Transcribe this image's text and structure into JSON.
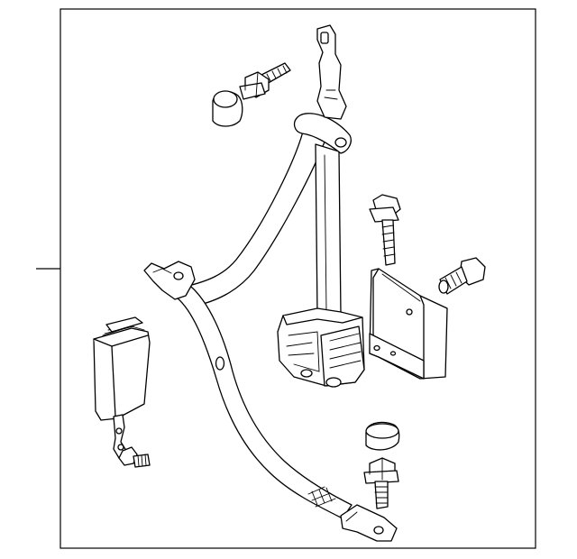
{
  "diagram": {
    "colors": {
      "line": "#000000",
      "paper": "#ffffff"
    },
    "parts": [
      {
        "name": "shoulder-anchor-plate"
      },
      {
        "name": "shoulder-anchor-bolt"
      },
      {
        "name": "anchor-cover-cap-upper"
      },
      {
        "name": "seat-belt-webbing"
      },
      {
        "name": "retractor-assembly"
      },
      {
        "name": "retractor-bracket"
      },
      {
        "name": "retractor-bolt-vertical"
      },
      {
        "name": "retractor-bolt-horizontal"
      },
      {
        "name": "buckle-assembly"
      },
      {
        "name": "buckle-bolt"
      },
      {
        "name": "anchor-cover-cap-lower"
      },
      {
        "name": "lower-anchor-bolt"
      },
      {
        "name": "floor-anchor-plate"
      }
    ]
  }
}
